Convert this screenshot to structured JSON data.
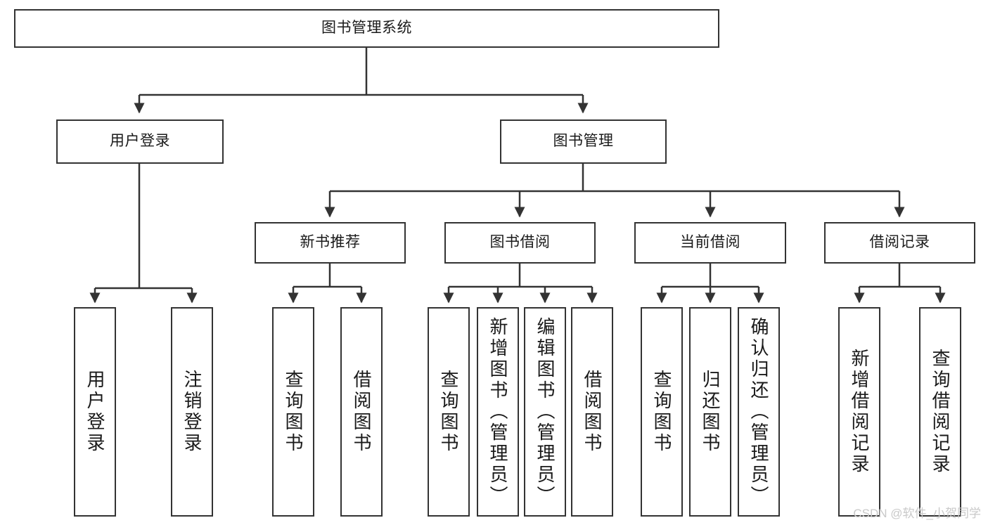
{
  "diagram": {
    "title": "图书管理系统",
    "type": "tree",
    "orientation": "top-down",
    "colors": {
      "box_border": "#333333",
      "box_fill": "#ffffff",
      "edge": "#333333",
      "text": "#1a1a1a",
      "watermark": "#c9c9c9",
      "background": "#ffffff"
    },
    "nodes": {
      "root": {
        "label": "图书管理系统"
      },
      "level2": [
        {
          "id": "user_login",
          "label": "用户登录"
        },
        {
          "id": "book_manage",
          "label": "图书管理"
        }
      ],
      "level3": [
        {
          "id": "new_book_rec",
          "label": "新书推荐"
        },
        {
          "id": "book_borrow",
          "label": "图书借阅"
        },
        {
          "id": "current_borrow",
          "label": "当前借阅"
        },
        {
          "id": "borrow_record",
          "label": "借阅记录"
        }
      ],
      "leaves": {
        "user_login": [
          {
            "id": "leaf_user_login",
            "label": "用户登录"
          },
          {
            "id": "leaf_user_logout",
            "label": "注销登录"
          }
        ],
        "new_book_rec": [
          {
            "id": "leaf_query_book_1",
            "label": "查询图书"
          },
          {
            "id": "leaf_borrow_book_1",
            "label": "借阅图书"
          }
        ],
        "book_borrow": [
          {
            "id": "leaf_query_book_2",
            "label": "查询图书"
          },
          {
            "id": "leaf_add_book",
            "label": "新增图书（管理员）"
          },
          {
            "id": "leaf_edit_book",
            "label": "编辑图书（管理员）"
          },
          {
            "id": "leaf_borrow_book_2",
            "label": "借阅图书"
          }
        ],
        "current_borrow": [
          {
            "id": "leaf_query_book_3",
            "label": "查询图书"
          },
          {
            "id": "leaf_return_book",
            "label": "归还图书"
          },
          {
            "id": "leaf_confirm_return",
            "label": "确认归还（管理员）"
          }
        ],
        "borrow_record": [
          {
            "id": "leaf_add_record",
            "label": "新增借阅记录"
          },
          {
            "id": "leaf_query_record",
            "label": "查询借阅记录"
          }
        ]
      }
    },
    "watermark": "CSDN @软件_小贺同学"
  }
}
